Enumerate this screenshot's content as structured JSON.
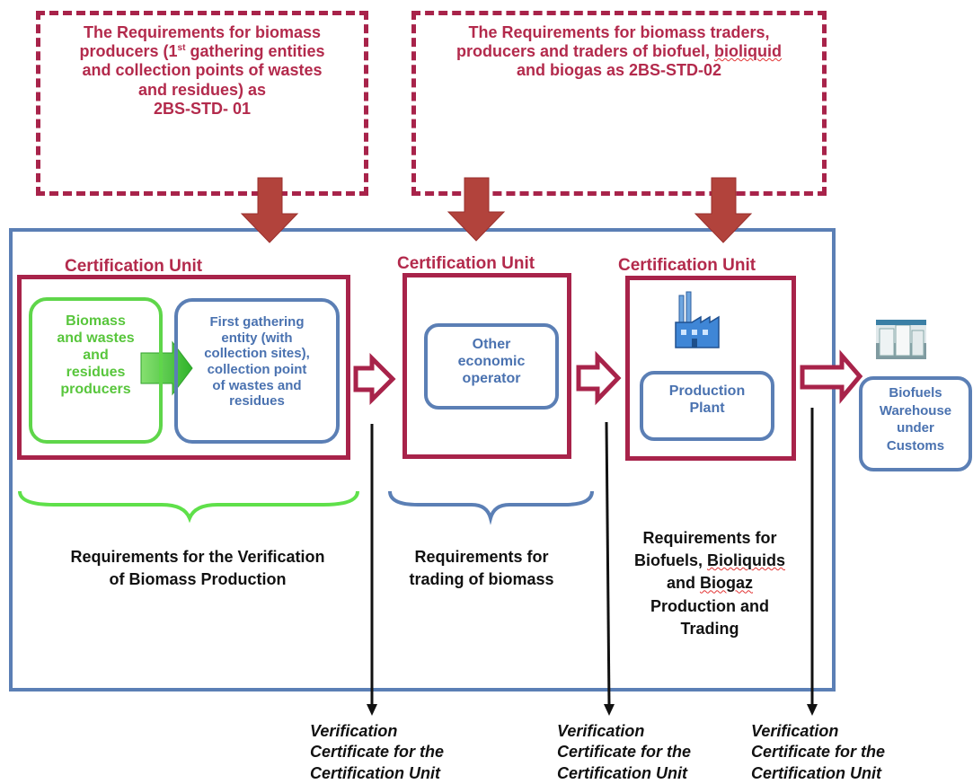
{
  "requirements_std01": {
    "line1": "The Requirements for biomass",
    "line2_pre": "producers (1",
    "line2_sup": "st",
    "line2_post": " gathering entities",
    "line3": "and collection points of wastes",
    "line4": "and residues) as",
    "line5": "2BS-STD- 01"
  },
  "requirements_std02": {
    "line1": "The Requirements for biomass traders,",
    "line2_pre": "producers and traders of biofuel, ",
    "line2_underlined": "bioliquid",
    "line3": "and biogas as 2BS-STD-02"
  },
  "certification_unit_label": "Certification Unit",
  "unit1": {
    "producers": [
      "Biomass",
      "and wastes",
      "and",
      "residues",
      "producers"
    ],
    "gathering": [
      "First gathering",
      "entity (with",
      "collection sites),",
      "collection point",
      "of wastes and",
      "residues"
    ]
  },
  "unit2": {
    "operator": [
      "Other",
      "economic",
      "operator"
    ]
  },
  "unit3": {
    "plant": [
      "Production",
      "Plant"
    ]
  },
  "warehouse": [
    "Biofuels",
    "Warehouse",
    "under",
    "Customs"
  ],
  "requirements_labels": {
    "biomass_production": [
      "Requirements for the Verification",
      "of Biomass Production"
    ],
    "trading": [
      "Requirements for",
      "trading of biomass"
    ],
    "biofuels_pre": "Requirements for",
    "biofuels_line2_pre": "Biofuels, ",
    "biofuels_line2_underlined": "Bioliquids",
    "biofuels_line3_pre": "and ",
    "biofuels_line3_underlined": "Biogaz",
    "biofuels_line4": "Production and",
    "biofuels_line5": "Trading"
  },
  "verification": [
    "Verification",
    "Certificate for the",
    "Certification Unit"
  ],
  "colors": {
    "dashed_border": "#a8234a",
    "arrow_down": "#b2433c",
    "outer_frame": "#5b7fb5",
    "unit_frame": "#a8234a",
    "green": "#58c63c",
    "blue_text": "#4a72b0"
  },
  "icons": [
    "factory-icon",
    "warehouse-tank-icon"
  ]
}
